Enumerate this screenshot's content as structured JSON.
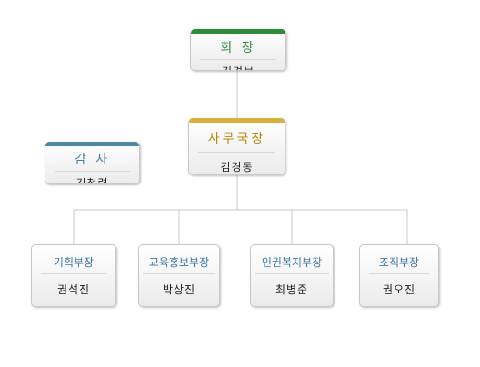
{
  "chairman": {
    "title": "회 장",
    "name": "김경보",
    "color": "#2e8b3a",
    "title_color": "#2e8b3a"
  },
  "secretary": {
    "title": "사무국장",
    "name": "김경동",
    "color": "#d4b23c",
    "title_color": "#b8860b"
  },
  "auditor": {
    "title": "감 사",
    "name": "김철령",
    "color": "#4f87a6",
    "title_color": "#4a7ea0"
  },
  "departments": [
    {
      "title": "기획부장",
      "name": "권석진"
    },
    {
      "title": "교육홍보부장",
      "name": "박상진"
    },
    {
      "title": "인권복지부장",
      "name": "최병준"
    },
    {
      "title": "조직부장",
      "name": "권오진"
    }
  ],
  "dept_title_color": "#3d78a8",
  "line_color": "#c8c8c8"
}
